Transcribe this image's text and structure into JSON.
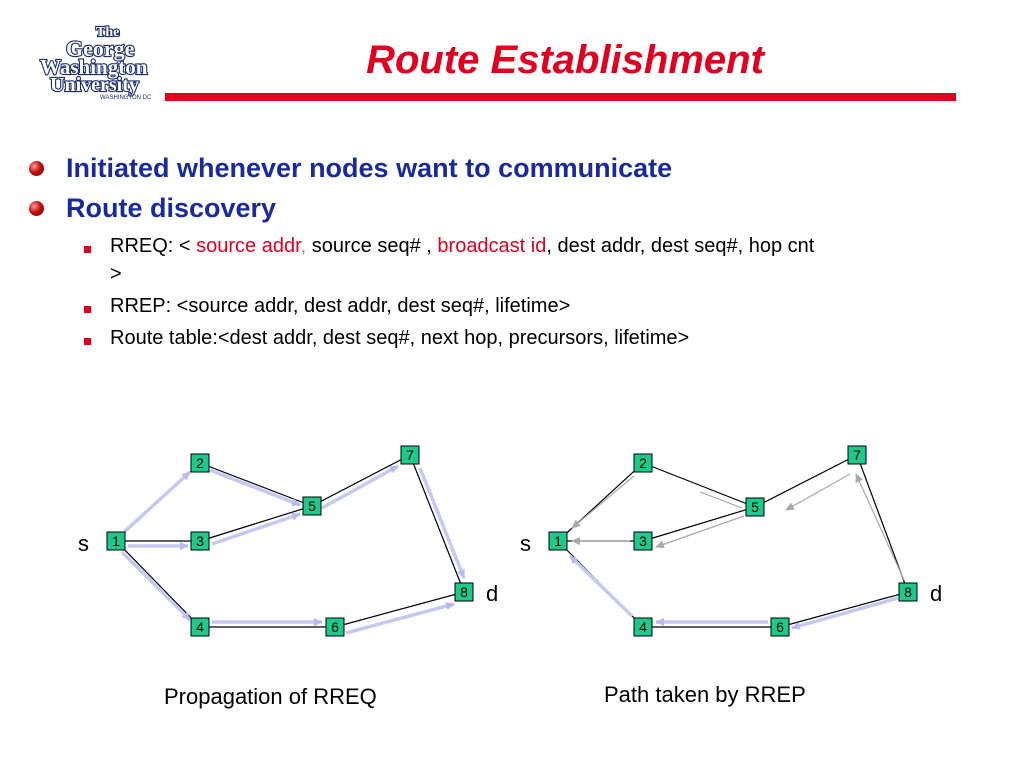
{
  "logo": {
    "line1": "The",
    "line2": "George",
    "line3": "Washington",
    "line4": "University",
    "line5": "WASHINGTON DC"
  },
  "title": "Route  Establishment",
  "bullets": {
    "b1": "Initiated whenever nodes want to communicate",
    "b2": "Route discovery",
    "rreq": {
      "p1": "RREQ: < ",
      "p2": "source addr",
      "p3": ",",
      "p4": " source seq# , ",
      "p5": "broadcast id",
      "p6": ", dest addr, dest seq#, hop cnt",
      "p7": ">"
    },
    "rrep": "RREP: <source addr, dest addr, dest seq#, lifetime>",
    "route_table": "Route table:<dest addr, dest seq#, next hop, precursors, lifetime>"
  },
  "colors": {
    "title_red": "#e00020",
    "bullet_blue": "#1a2a9a",
    "node_green": "#1ec98a",
    "arrow_lavender": "#c6c8f0"
  },
  "left_graph": {
    "caption": "Propagation of RREQ",
    "source_label": "s",
    "dest_label": "d",
    "nodes": [
      {
        "id": "1",
        "label": "1"
      },
      {
        "id": "2",
        "label": "2"
      },
      {
        "id": "3",
        "label": "3"
      },
      {
        "id": "4",
        "label": "4"
      },
      {
        "id": "5",
        "label": "5"
      },
      {
        "id": "6",
        "label": "6"
      },
      {
        "id": "7",
        "label": "7"
      },
      {
        "id": "8",
        "label": "8"
      }
    ]
  },
  "right_graph": {
    "caption": "Path taken by RREP",
    "source_label": "s",
    "dest_label": "d",
    "nodes": [
      {
        "id": "1",
        "label": "1"
      },
      {
        "id": "2",
        "label": "2"
      },
      {
        "id": "3",
        "label": "3"
      },
      {
        "id": "4",
        "label": "4"
      },
      {
        "id": "5",
        "label": "5"
      },
      {
        "id": "6",
        "label": "6"
      },
      {
        "id": "7",
        "label": "7"
      },
      {
        "id": "8",
        "label": "8"
      }
    ]
  }
}
